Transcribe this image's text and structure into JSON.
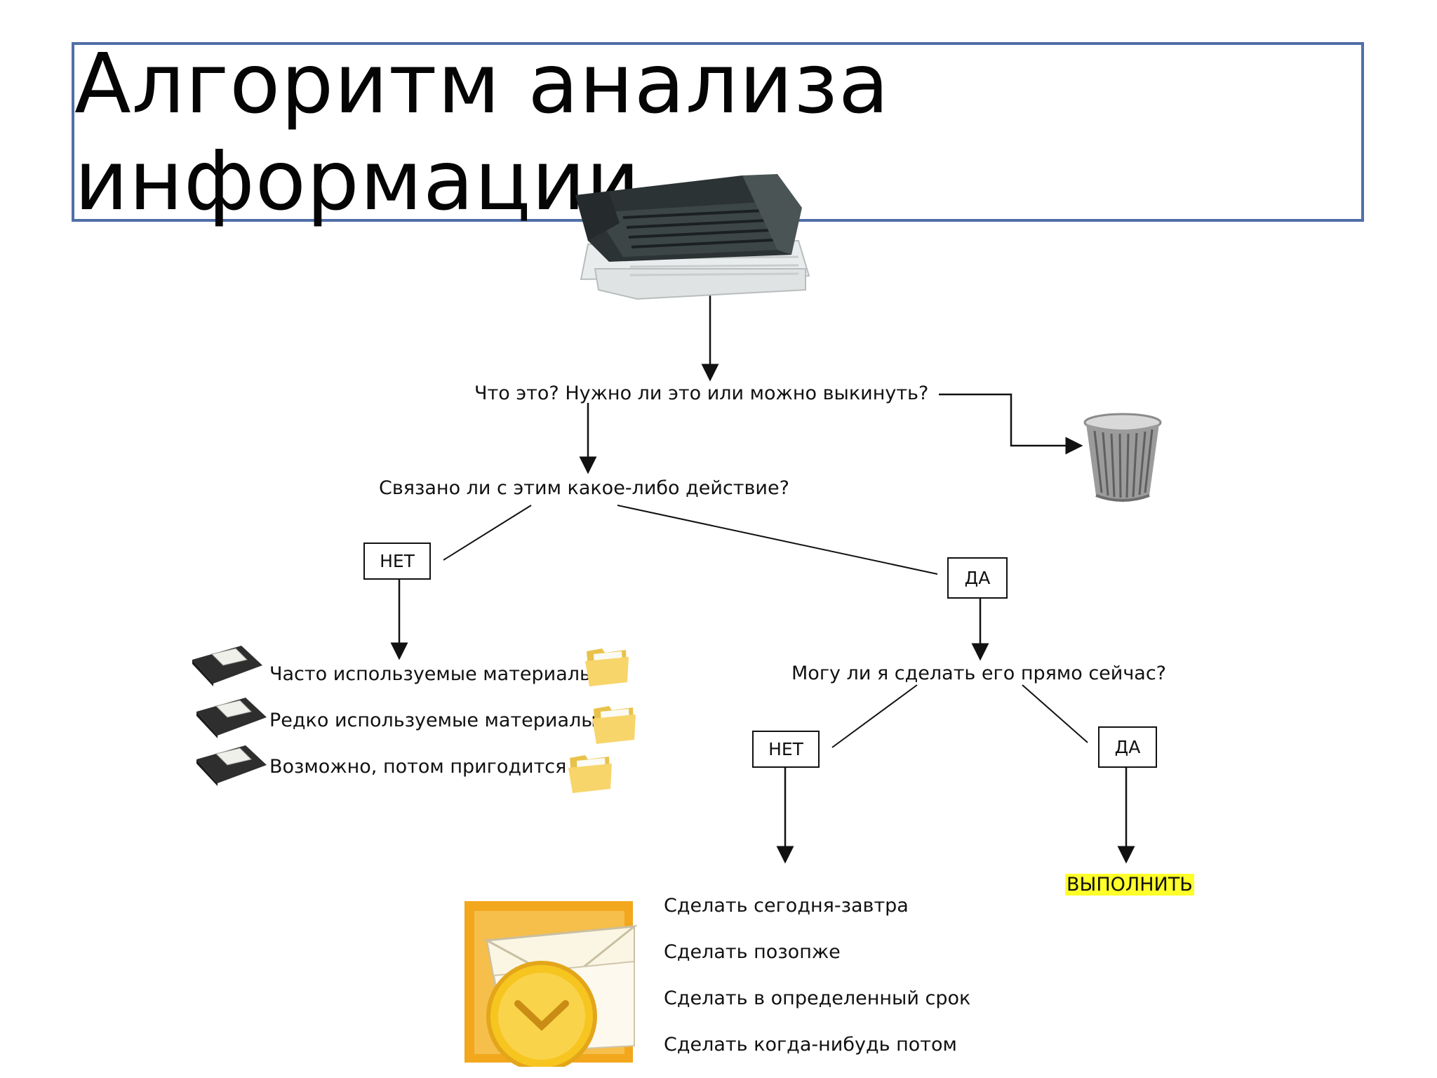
{
  "title": "Алгоритм анализа информации",
  "questions": {
    "q1": "Что это? Нужно ли это или можно выкинуть?",
    "q2": "Связано ли с этим какое-либо действие?",
    "q3": "Могу ли я сделать его прямо сейчас?"
  },
  "boxes": {
    "no1": "НЕТ",
    "yes1": "ДА",
    "no2": "НЕТ",
    "yes2": "ДА"
  },
  "storage_items": [
    "Часто используемые материалы",
    "Редко используемые материалы",
    "Возможно, потом пригодится"
  ],
  "do_items": [
    "Сделать  сегодня-завтра",
    "Сделать позопже",
    "Сделать  в определенный срок",
    "Сделать когда-нибудь потом"
  ],
  "execute_label": "ВЫПОЛНИТЬ",
  "colors": {
    "title_border": "#4f6fa8",
    "highlight": "#ffff2a",
    "folder": "#f7d56a",
    "outlook": "#f2a71d"
  },
  "icons": {
    "inbox": "document-tray-icon",
    "trash": "trash-bin-icon",
    "archive": "file-box-icon",
    "folder": "folder-icon",
    "mail": "outlook-icon"
  }
}
